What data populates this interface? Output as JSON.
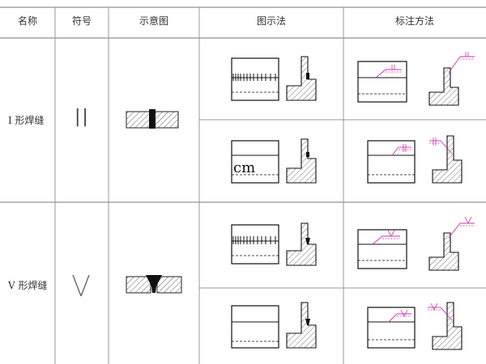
{
  "header": {
    "name": "名称",
    "symbol": "符号",
    "schematic": "示意图",
    "diagram_method": "图示法",
    "marking_method": "标注方法"
  },
  "rows": [
    {
      "name": "I 形焊缝",
      "symbol": "||",
      "note": "cm"
    },
    {
      "name": "V 形焊缝",
      "symbol": "\\/"
    }
  ],
  "colors": {
    "line": "#111111",
    "grid": "#999999",
    "annotation": "#cc33aa"
  }
}
